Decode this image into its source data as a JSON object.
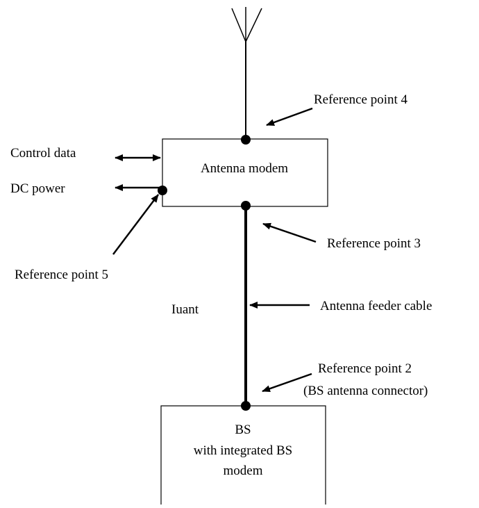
{
  "labels": {
    "reference_point_4": "Reference point 4",
    "control_data": "Control data",
    "dc_power": "DC power",
    "antenna_modem": "Antenna modem",
    "reference_point_3": "Reference point 3",
    "reference_point_5": "Reference point 5",
    "iuant": "Iuant",
    "antenna_feeder_cable": "Antenna feeder cable",
    "reference_point_2": "Reference point 2",
    "bs_antenna_connector": "(BS antenna connector)",
    "bs_line1": "BS",
    "bs_line2": "with integrated BS",
    "bs_line3": "modem"
  },
  "colors": {
    "line": "#000000",
    "background": "#ffffff"
  }
}
